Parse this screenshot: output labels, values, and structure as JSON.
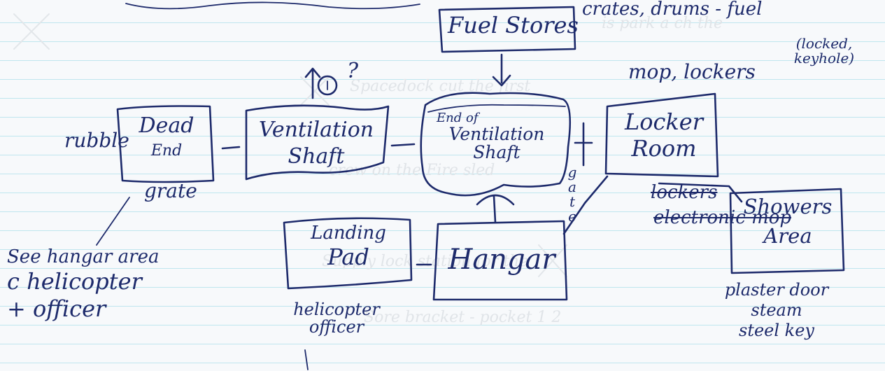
{
  "top_note": "crates, drums - fuel",
  "rooms": {
    "fuel_stores": "Fuel Stores",
    "dead_end": [
      "Dead",
      "End"
    ],
    "ventilation_shaft": [
      "Ventilation",
      "Shaft"
    ],
    "end_of_vent_shaft": [
      "End of",
      "Ventilation",
      "Shaft"
    ],
    "locker_room": [
      "Locker",
      "Room"
    ],
    "landing_pad": [
      "Landing",
      "Pad"
    ],
    "hangar": "Hangar",
    "showers_area": [
      "Showers",
      "Area"
    ]
  },
  "notes": {
    "rubble": "rubble",
    "grate": "grate",
    "up_question": "?",
    "mop_lockers": "mop, lockers",
    "locked_keyhole": [
      "(locked,",
      "keyhole)"
    ],
    "gate": [
      "g",
      "a",
      "t",
      "e"
    ],
    "lockers_struck": "lockers",
    "electronic_mop_struck": "electronic mop",
    "see_hangar": [
      "See hangar area",
      "c helicopter",
      "+ officer"
    ],
    "helicopter_officer": [
      "helicopter",
      "officer"
    ],
    "plaster_door": [
      "plaster door",
      "steam",
      "steel key"
    ]
  }
}
